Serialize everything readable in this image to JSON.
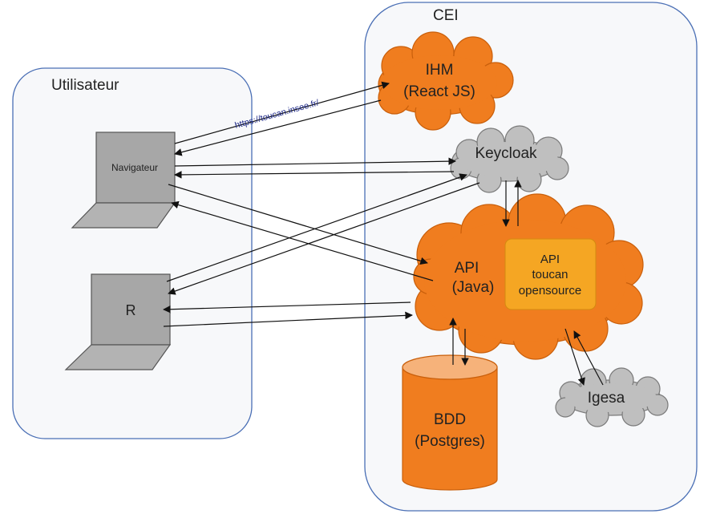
{
  "zones": {
    "user": "Utilisateur",
    "cei": "CEI"
  },
  "nodes": {
    "ihm": {
      "line1": "IHM",
      "line2": "(React JS)"
    },
    "keycloak": "Keycloak",
    "navigateur": "Navigateur",
    "r": "R",
    "api": {
      "line1": "API",
      "line2": "(Java)"
    },
    "toucan": {
      "line1": "API",
      "line2": "toucan",
      "line3": "opensource"
    },
    "bdd": {
      "line1": "BDD",
      "line2": "(Postgres)"
    },
    "igesa": "Igesa"
  },
  "edge_label": "https://toucan.insee.fr/",
  "colors": {
    "orange": "#f07d1f",
    "toucan_box": "#f5a623",
    "cylinder_top": "#f6b27a",
    "grey": "#bfbfbf",
    "zone_border": "#4a6fb5",
    "url_text": "#1f2a8a"
  }
}
